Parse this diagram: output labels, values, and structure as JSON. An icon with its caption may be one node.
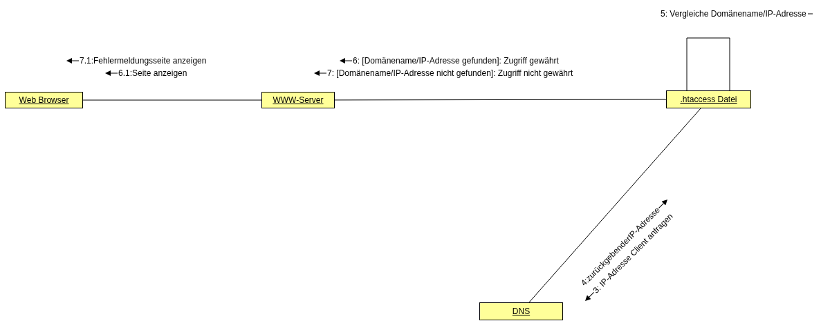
{
  "diagram": {
    "nodes": [
      {
        "text": [
          "Web Browser"
        ]
      },
      {
        "text": [
          "WWW-Server"
        ]
      },
      {
        "text": [
          ".htaccess Datei"
        ]
      },
      {
        "text": [
          "DNS"
        ]
      }
    ],
    "edges": [
      {
        "from": 0,
        "to": 1,
        "arrow": "none"
      },
      {
        "from": 1,
        "to": 2,
        "arrow": "none"
      },
      {
        "from": 2,
        "to": 2,
        "arrow": "none"
      },
      {
        "from": 2,
        "to": 3,
        "arrow": "none"
      }
    ],
    "labels": [
      "5: Vergleiche Domänename/IP-Adresse",
      "7.1:Fehlermeldungsseite anzeigen",
      "6: [Domänename/IP-Adresse gefunden]: Zugriff gewährt",
      "6.1:Seite anzeigen",
      "7: [Domänename/IP-Adresse nicht gefunden]: Zugriff nicht gewährt",
      "4:zurückgebenderIP-Adresse",
      "3: IP-Adresse Client anfragen"
    ]
  }
}
